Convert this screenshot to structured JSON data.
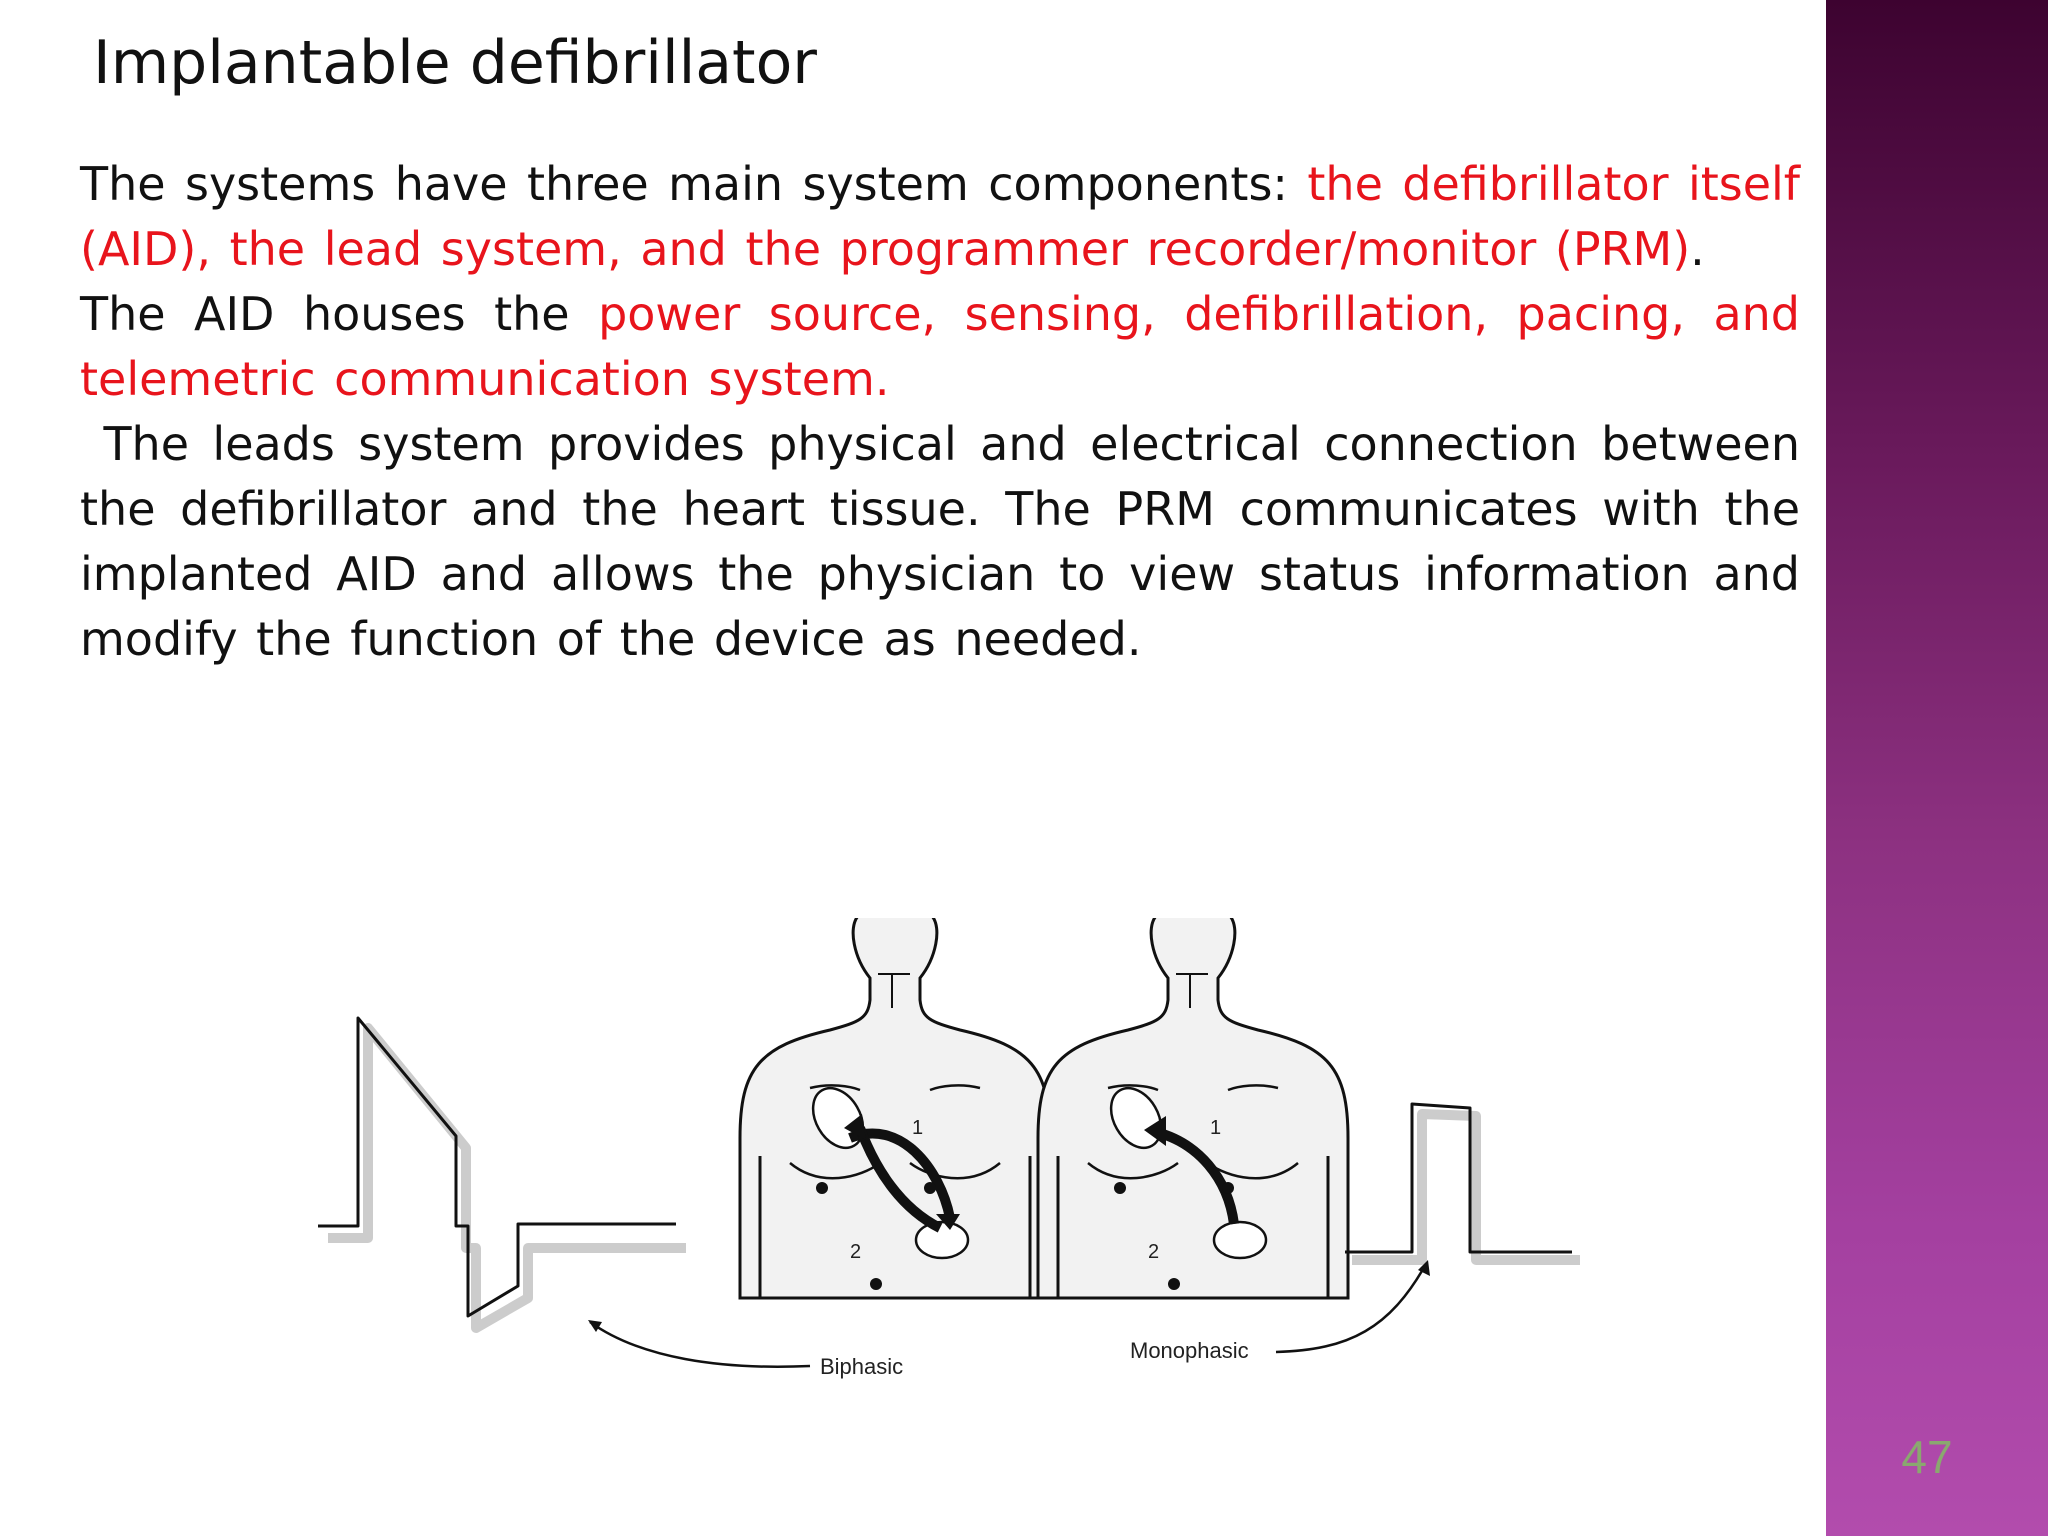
{
  "slide": {
    "title": "Implantable defibrillator",
    "page_number": "47",
    "paragraph1": {
      "black_intro": "The systems have three main system components: ",
      "red_span": "the defibrillator itself (AID), the lead system, and the programmer recorder/monitor (PRM)",
      "black_end": "."
    },
    "paragraph2": {
      "black_intro": "The AID houses the ",
      "red_span": "power source, sensing, defibrillation, pacing, and telemetric communication system."
    },
    "paragraph3": {
      "text": " The leads system provides physical and electrical connection between the defibrillator and the heart tissue. The PRM communicates with the implanted AID and allows the physician to view status information and modify the function of the device as needed."
    },
    "figure": {
      "label_biphasic": "Biphasic",
      "label_monophasic": "Monophasic",
      "left_torso_marks": [
        "1",
        "2"
      ],
      "right_torso_marks": [
        "1",
        "2"
      ]
    }
  },
  "colors": {
    "accent_red": "#e8141c",
    "side_band_top": "#3d0330",
    "side_band_bottom": "#b24cad",
    "page_number": "#8aa86f"
  }
}
